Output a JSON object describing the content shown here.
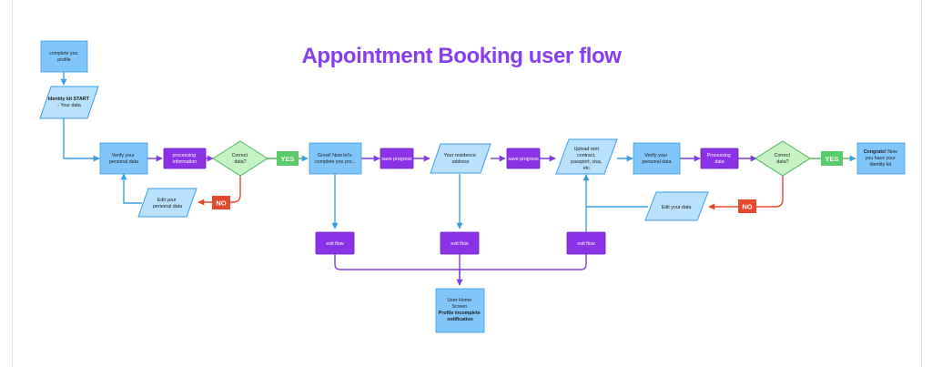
{
  "title": "Appointment Booking user flow",
  "colors": {
    "process_fill": "#80c6fb",
    "process_stroke": "#3a9ee6",
    "data_fill": "#b9e0fd",
    "status_fill": "#8c32e6",
    "status_stroke": "#6a1fc2",
    "decision_fill": "#c6f2c4",
    "decision_stroke": "#48b558",
    "yes_fill": "#57cc68",
    "no_fill": "#e5492d",
    "arrow_blue": "#3a9ee6",
    "arrow_purple": "#7d3ce0",
    "arrow_red": "#e04a2a",
    "title_color": "#8a3cf0"
  },
  "nodes": {
    "complete_profile": [
      "complete you",
      "profile"
    ],
    "identity_kit_start": {
      "bold": "Identity kit START",
      "text": "- Your data"
    },
    "verify_personal_data_1": [
      "Verify your",
      "personal data"
    ],
    "processing_information": [
      "processing",
      "information"
    ],
    "correct_data_1": [
      "Correct",
      "data?"
    ],
    "yes_1": "YES",
    "no_1": "NO",
    "edit_personal_data": [
      "Edit your",
      "personal data"
    ],
    "great_complete": [
      "Great! Now let's",
      "complete you pro..."
    ],
    "save_progress_1": "save progress",
    "residence_address": [
      "Your residence",
      "address"
    ],
    "save_progress_2": "save progress",
    "upload_rent_contract": [
      "Upload rent",
      "contract,",
      "passport, visa,",
      "etc."
    ],
    "verify_personal_data_2": [
      "Verify your",
      "personal data"
    ],
    "processing_data": [
      "Processing",
      "data"
    ],
    "correct_data_2": [
      "Correct",
      "data?"
    ],
    "yes_2": "YES",
    "no_2": "NO",
    "edit_your_data": "Edit your data",
    "congrats": {
      "bold": "Congrats!",
      "rest": " Now",
      "lines": [
        "you hace your",
        "identity kit."
      ]
    },
    "exit_flow_1": "exit flow",
    "exit_flow_2": "exit flow",
    "exit_flow_3": "exit flow",
    "user_home_screen": {
      "lines": [
        "User Home",
        "Screen"
      ],
      "bold_lines": [
        "Profile incomplete",
        "notification"
      ]
    }
  }
}
